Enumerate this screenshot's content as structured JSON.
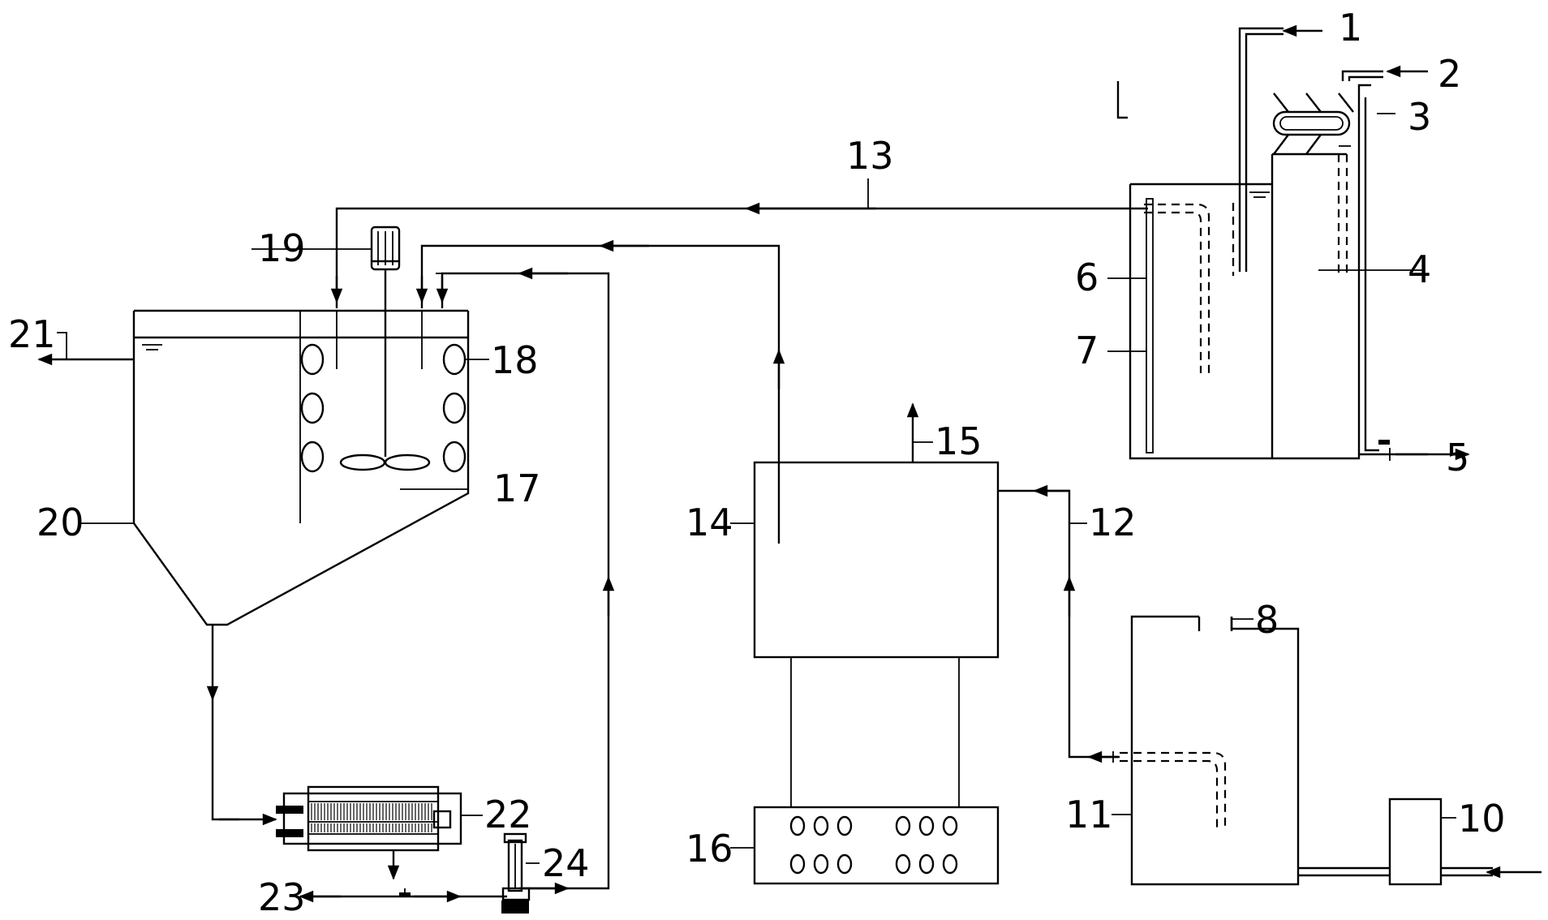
{
  "labels": {
    "l1": "1",
    "l2": "2",
    "l3": "3",
    "l4": "4",
    "l5": "5",
    "l6": "6",
    "l7": "7",
    "l8": "8",
    "l10": "10",
    "l11": "11",
    "l12": "12",
    "l13": "13",
    "l14": "14",
    "l15": "15",
    "l16": "16",
    "l17": "17",
    "l18": "18",
    "l19": "19",
    "l20": "20",
    "l21": "21",
    "l22": "22",
    "l23": "23",
    "l24": "24"
  },
  "colors": {
    "line": "#000000",
    "background": "#ffffff"
  }
}
